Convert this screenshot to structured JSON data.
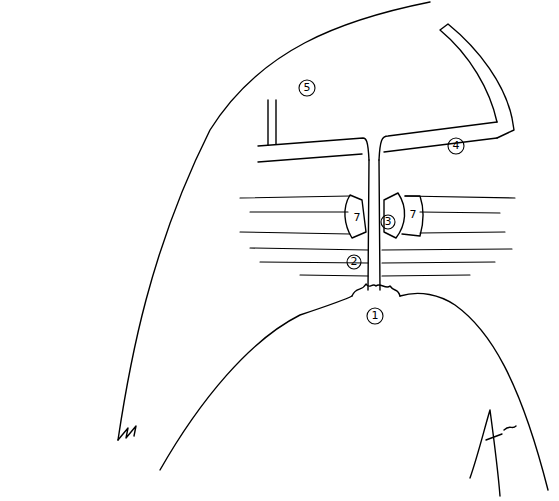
{
  "diagram": {
    "labels": [
      "1",
      "2",
      "3",
      "4",
      "5",
      "7",
      "7"
    ]
  }
}
